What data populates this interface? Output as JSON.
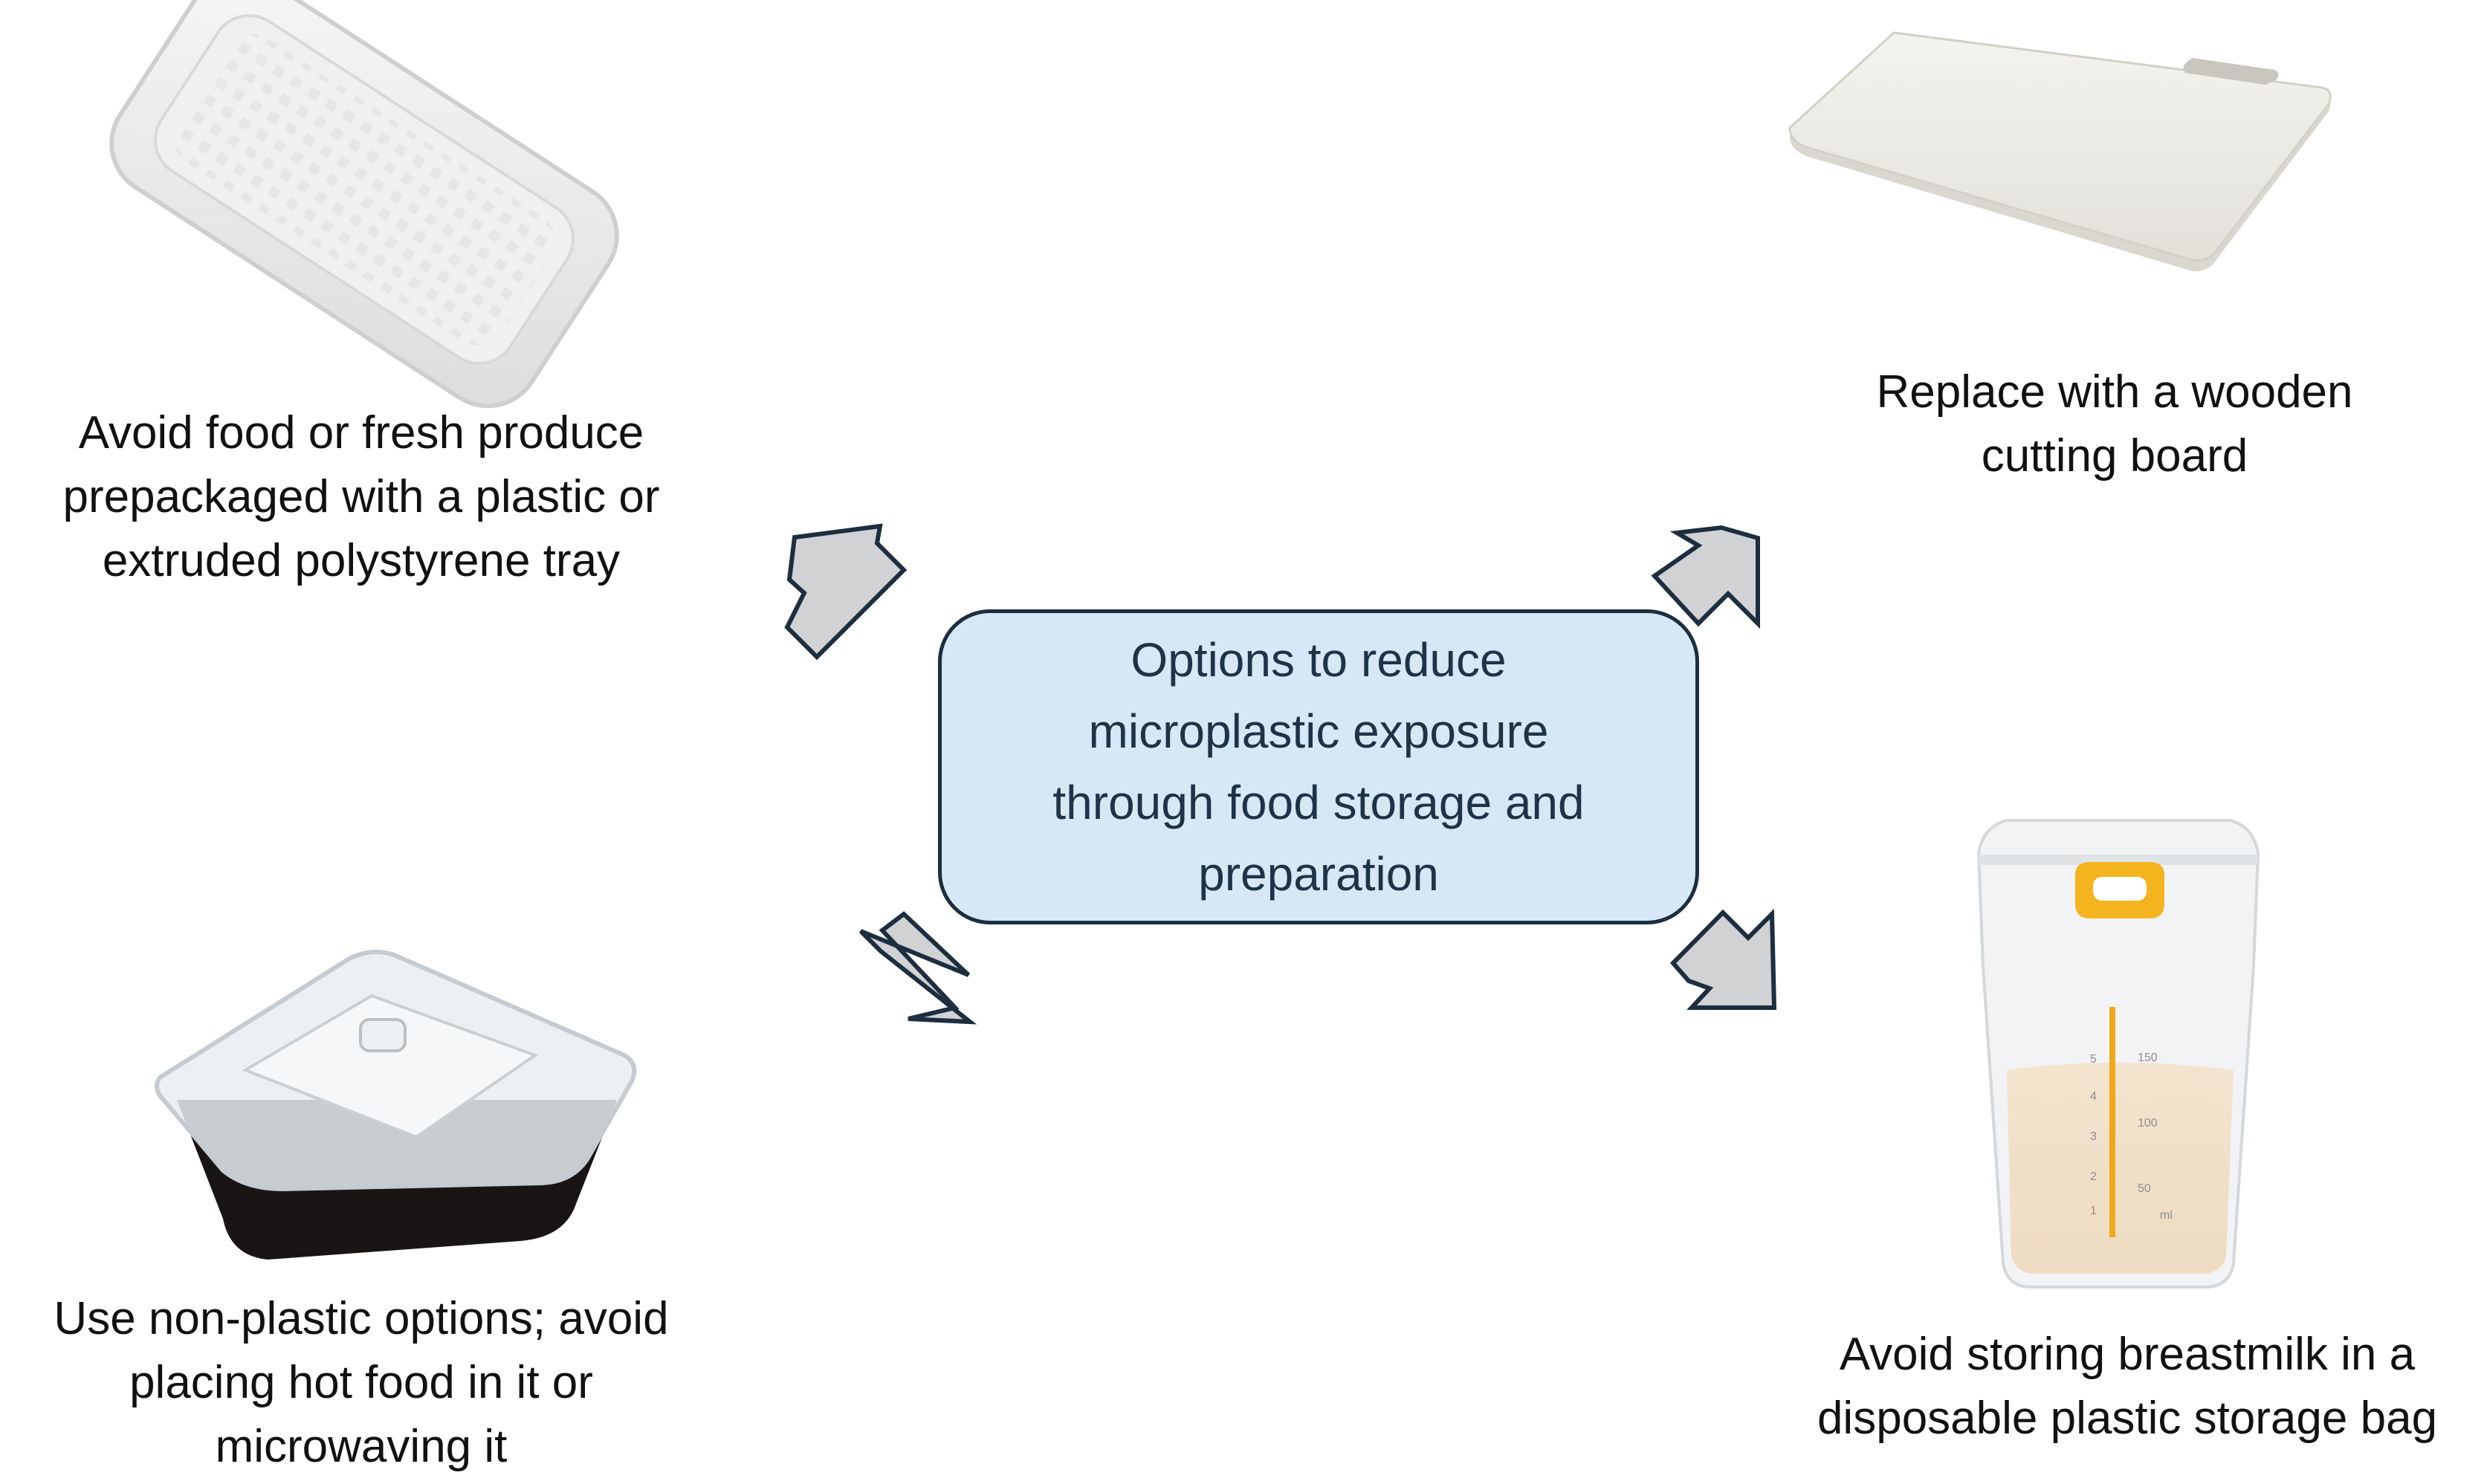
{
  "center": {
    "lines": [
      "Options to reduce",
      "microplastic exposure",
      "through food storage and",
      "preparation"
    ]
  },
  "items": [
    {
      "icon": "foam-tray-icon",
      "lines": [
        "Avoid food or fresh produce",
        "prepackaged with a plastic or",
        "extruded polystyrene tray"
      ]
    },
    {
      "icon": "cutting-board-icon",
      "lines": [
        "Replace with a wooden",
        "cutting board"
      ]
    },
    {
      "icon": "plastic-container-icon",
      "lines": [
        "Use non-plastic options; avoid",
        "placing hot food in it or",
        "microwaving it"
      ]
    },
    {
      "icon": "breastmilk-bag-icon",
      "lines": [
        "Avoid storing breastmilk in a",
        "disposable plastic storage bag"
      ],
      "bag_marks": {
        "units": "ml",
        "scale_left": [
          "5",
          "4",
          "3",
          "2",
          "1"
        ],
        "scale_right": [
          "150",
          "100",
          "50"
        ]
      }
    }
  ],
  "colors": {
    "box_fill": "#d6e8f5",
    "box_border": "#1c2e3f",
    "arrow_fill": "#d0d2d3",
    "arrow_stroke": "#1c2e3f",
    "text": "#111111"
  }
}
